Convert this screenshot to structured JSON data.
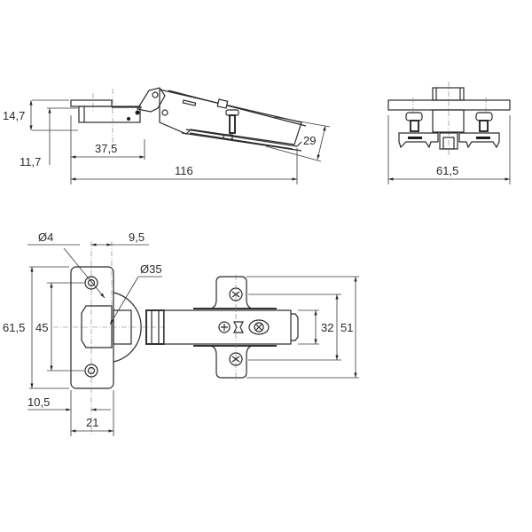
{
  "drawing": {
    "subject": "Concealed cabinet hinge technical drawing",
    "colors": {
      "line": "#2a2a2a",
      "background": "#ffffff",
      "centerline": "#7a7a7a"
    },
    "views": {
      "side_view": {
        "dimensions": {
          "cup_depth": "14,7",
          "overlay_height": "11,7",
          "cup_offset": "37,5",
          "total_length": "116",
          "arm_height": "29"
        }
      },
      "end_view": {
        "dimensions": {
          "plate_width": "61,5"
        }
      },
      "top_view": {
        "dimensions": {
          "screw_hole_diameter": "Ø4",
          "hole_offset": "9,5",
          "cup_diameter": "Ø35",
          "plate_height": "61,5",
          "hole_spacing": "45",
          "edge_to_center": "10,5",
          "plate_width": "21",
          "mount_inner": "32",
          "mount_outer": "51"
        }
      }
    }
  }
}
